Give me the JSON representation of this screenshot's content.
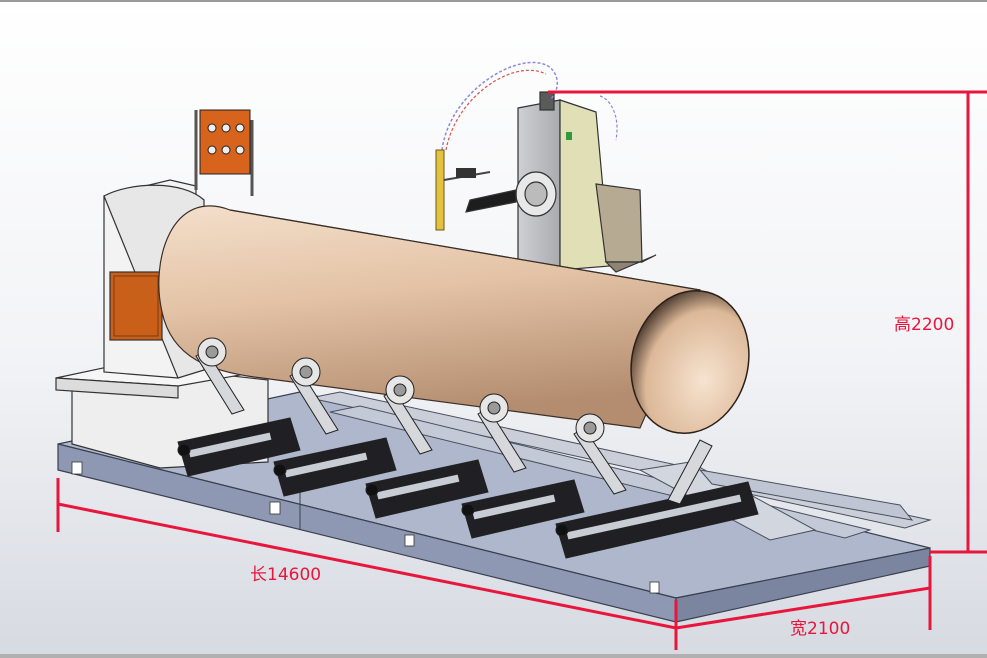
{
  "dimensions": {
    "length_label": "长14600",
    "width_label": "宽2100",
    "height_label": "高2200"
  },
  "colors": {
    "dimension_line": "#e8163c",
    "pipe": "#e7c8ad",
    "base_frame": "#a9b2c9",
    "headstock": "#f1f1f1",
    "orange_panel": "#c9621c",
    "background_top": "#ffffff",
    "background_bottom": "#d9dde4"
  }
}
